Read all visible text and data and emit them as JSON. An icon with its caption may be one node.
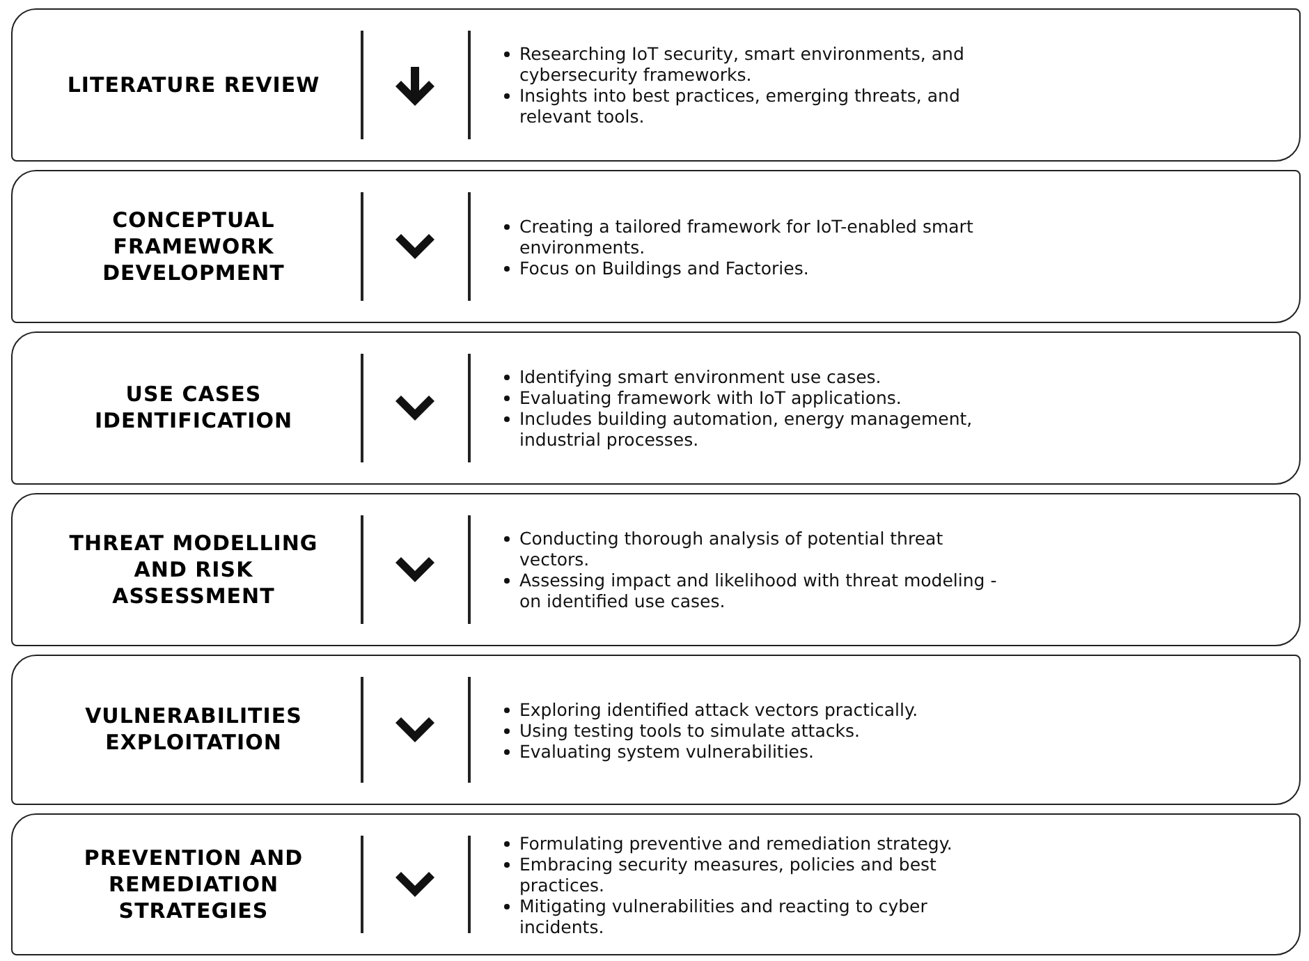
{
  "diagram": {
    "nodes": [
      {
        "text": [
          "LITERATURE REVIEW",
          "Researching IoT security, smart environments, and cybersecurity frameworks.",
          "Insights into best practices, emerging threats, and relevant tools."
        ]
      },
      {
        "text": [
          "CONCEPTUAL FRAMEWORK DEVELOPMENT",
          "Creating a tailored framework for IoT-enabled smart environments.",
          "Focus on Buildings and Factories."
        ]
      },
      {
        "text": [
          "USE CASES IDENTIFICATION",
          "Identifying smart environment use cases.",
          "Evaluating framework with IoT applications.",
          "Includes building automation, energy management, industrial processes."
        ]
      },
      {
        "text": [
          "THREAT MODELLING AND RISK ASSESSMENT",
          "Conducting thorough analysis of potential threat vectors.",
          "Assessing impact and likelihood with threat modeling - on identified use cases."
        ]
      },
      {
        "text": [
          "VULNERABILITIES EXPLOITATION",
          "Exploring identified attack vectors practically.",
          "Using testing tools to simulate attacks.",
          "Evaluating system vulnerabilities."
        ]
      },
      {
        "text": [
          "PREVENTION AND REMEDIATION STRATEGIES",
          "Formulating preventive and remediation strategy.",
          "Embracing security measures, policies and best practices.",
          "Mitigating vulnerabilities and reacting to cyber incidents."
        ]
      }
    ]
  }
}
